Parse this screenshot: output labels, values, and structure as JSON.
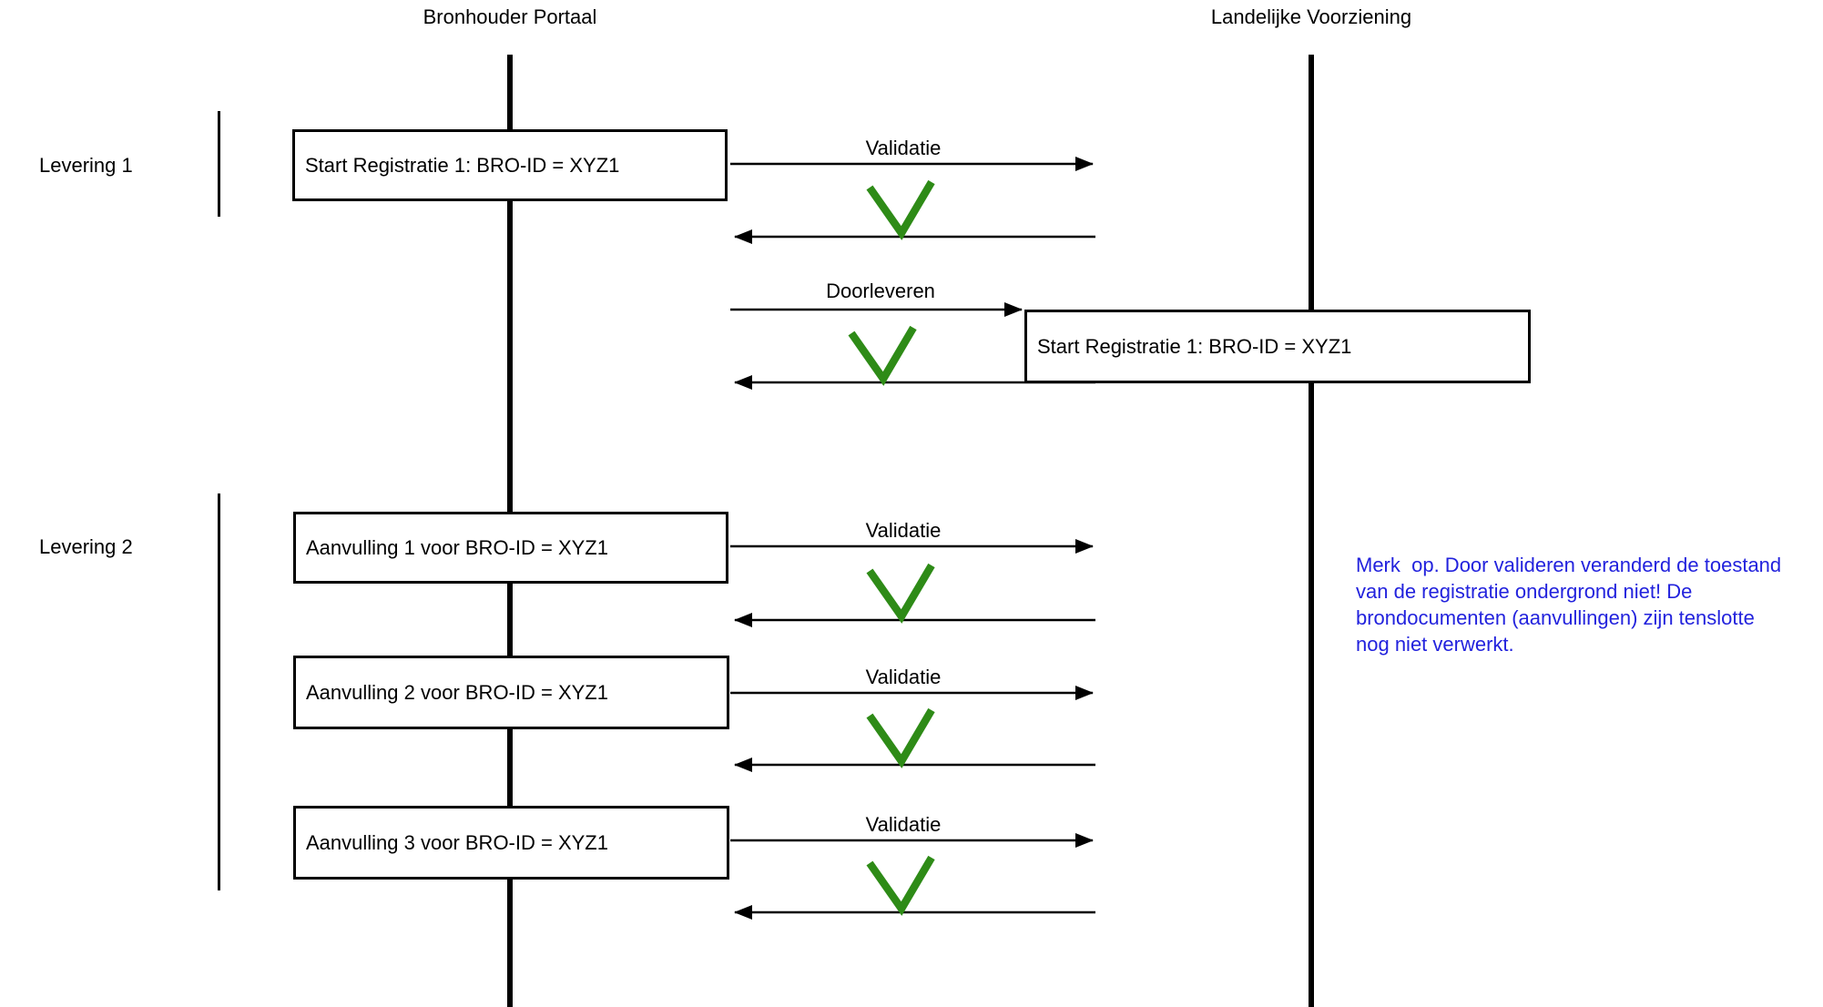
{
  "diagram": {
    "actors": [
      {
        "label": "Bronhouder Portaal"
      },
      {
        "label": "Landelijke Voorziening"
      }
    ],
    "groups": [
      {
        "label": "Levering 1"
      },
      {
        "label": "Levering 2"
      }
    ],
    "boxes": [
      {
        "label": "Start Registratie 1: BRO-ID = XYZ1"
      },
      {
        "label": "Start Registratie 1: BRO-ID = XYZ1"
      },
      {
        "label": "Aanvulling 1 voor BRO-ID = XYZ1"
      },
      {
        "label": "Aanvulling 2 voor BRO-ID = XYZ1"
      },
      {
        "label": "Aanvulling 3 voor BRO-ID = XYZ1"
      }
    ],
    "messages": {
      "requests": [
        {
          "label": "Validatie"
        },
        {
          "label": "Doorleveren"
        },
        {
          "label": "Validatie"
        },
        {
          "label": "Validatie"
        },
        {
          "label": "Validatie"
        }
      ],
      "responses": [
        {
          "result_icon": "checkmark"
        },
        {
          "result_icon": "checkmark"
        },
        {
          "result_icon": "checkmark"
        },
        {
          "result_icon": "checkmark"
        },
        {
          "result_icon": "checkmark"
        }
      ]
    },
    "note": {
      "lines": [
        "Merk  op. Door valideren veranderd de toestand",
        "van de registratie ondergrond niet! De",
        "brondocumenten (aanvullingen) zijn tenslotte",
        "nog niet verwerkt."
      ]
    }
  },
  "colors": {
    "line": "#000000",
    "box_border": "#000000",
    "check_green": "#2e8b17",
    "note_blue": "#2222dd",
    "background": "#ffffff",
    "text": "#000000"
  }
}
